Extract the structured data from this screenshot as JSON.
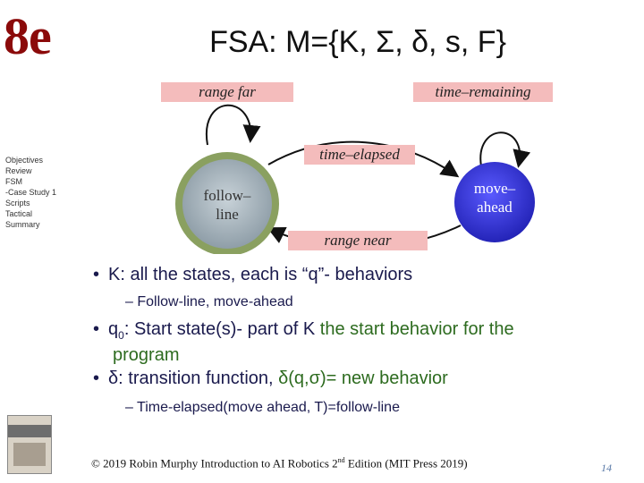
{
  "logo": "8e",
  "title": "FSA: M={K, Σ, δ, s, F}",
  "nav": [
    "Objectives",
    "Review",
    "FSM",
    "-Case Study 1",
    "Scripts",
    "Tactical",
    "Summary"
  ],
  "diagram": {
    "states": {
      "follow_line": [
        "follow–",
        "line"
      ],
      "move_ahead": [
        "move–",
        "ahead"
      ]
    },
    "labels": {
      "range_far": "range far",
      "time_remaining": "time–remaining",
      "time_elapsed": "time–elapsed",
      "range_near": "range near"
    },
    "colors": {
      "label_bg": "#f4bcbc",
      "follow_fill": "#9aa8b0",
      "follow_ring": "#7a9a50",
      "move_fill": "#3b3bdc"
    }
  },
  "bullets": {
    "b1": "K: all the states, each is “q”- behaviors",
    "b1_sub": "–  Follow-line, move-ahead",
    "b2_prefix": "q",
    "b2_subscript": "0",
    "b2_main": ": Start state(s)- part of K ",
    "b2_green": "the start behavior for the",
    "b2_cont": "program",
    "b3_symbol": "δ",
    "b3_main": ": transition function, ",
    "b3_func": "δ(q,σ)= new behavior",
    "b3_sub": "–  Time-elapsed(move ahead, T)=follow-line"
  },
  "footer": {
    "text_pre": "© 2019 Robin Murphy Introduction to AI Robotics 2",
    "sup": "nd",
    "text_post": " Edition (MIT Press 2019)",
    "page": "14"
  }
}
